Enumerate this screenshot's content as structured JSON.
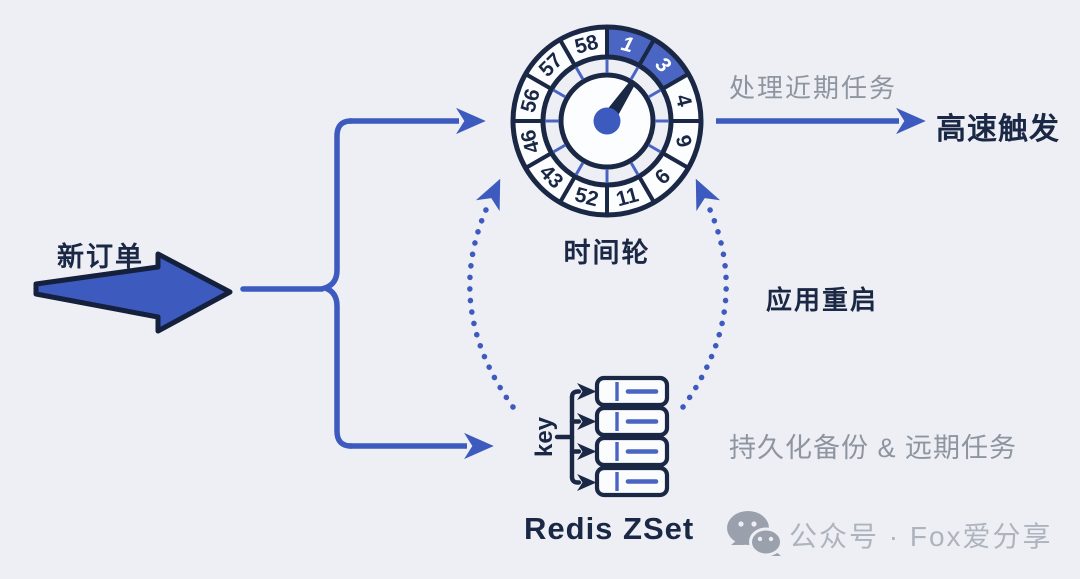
{
  "colors": {
    "background": "#edeff5",
    "navy": "#1a2845",
    "blue": "#3d5abe",
    "highlight_cell": "#4a66c2",
    "spoke_blue": "#4a64c4",
    "gray_text": "#8e959f",
    "watermark_gray": "#aeb4be"
  },
  "input": {
    "label": "新订单"
  },
  "wheel": {
    "label": "时间轮",
    "cells": [
      {
        "label": "1",
        "highlighted": true
      },
      {
        "label": "3",
        "highlighted": true
      },
      {
        "label": "4",
        "highlighted": false
      },
      {
        "label": "9",
        "highlighted": false
      },
      {
        "label": "6",
        "highlighted": false
      },
      {
        "label": "11",
        "highlighted": false
      },
      {
        "label": "52",
        "highlighted": false
      },
      {
        "label": "43",
        "highlighted": false
      },
      {
        "label": "46",
        "highlighted": false
      },
      {
        "label": "56",
        "highlighted": false
      },
      {
        "label": "57",
        "highlighted": false
      },
      {
        "label": "58",
        "highlighted": false
      }
    ]
  },
  "fast_path": {
    "caption": "处理近期任务",
    "result": "高速触发"
  },
  "restart": {
    "label": "应用重启"
  },
  "zset": {
    "key_label": "key",
    "row_count": 4,
    "title": "Redis ZSet",
    "caption": "持久化备份 & 远期任务"
  },
  "watermark": {
    "icon": "wechat-icon",
    "text": "公众号 · Fox爱分享"
  }
}
